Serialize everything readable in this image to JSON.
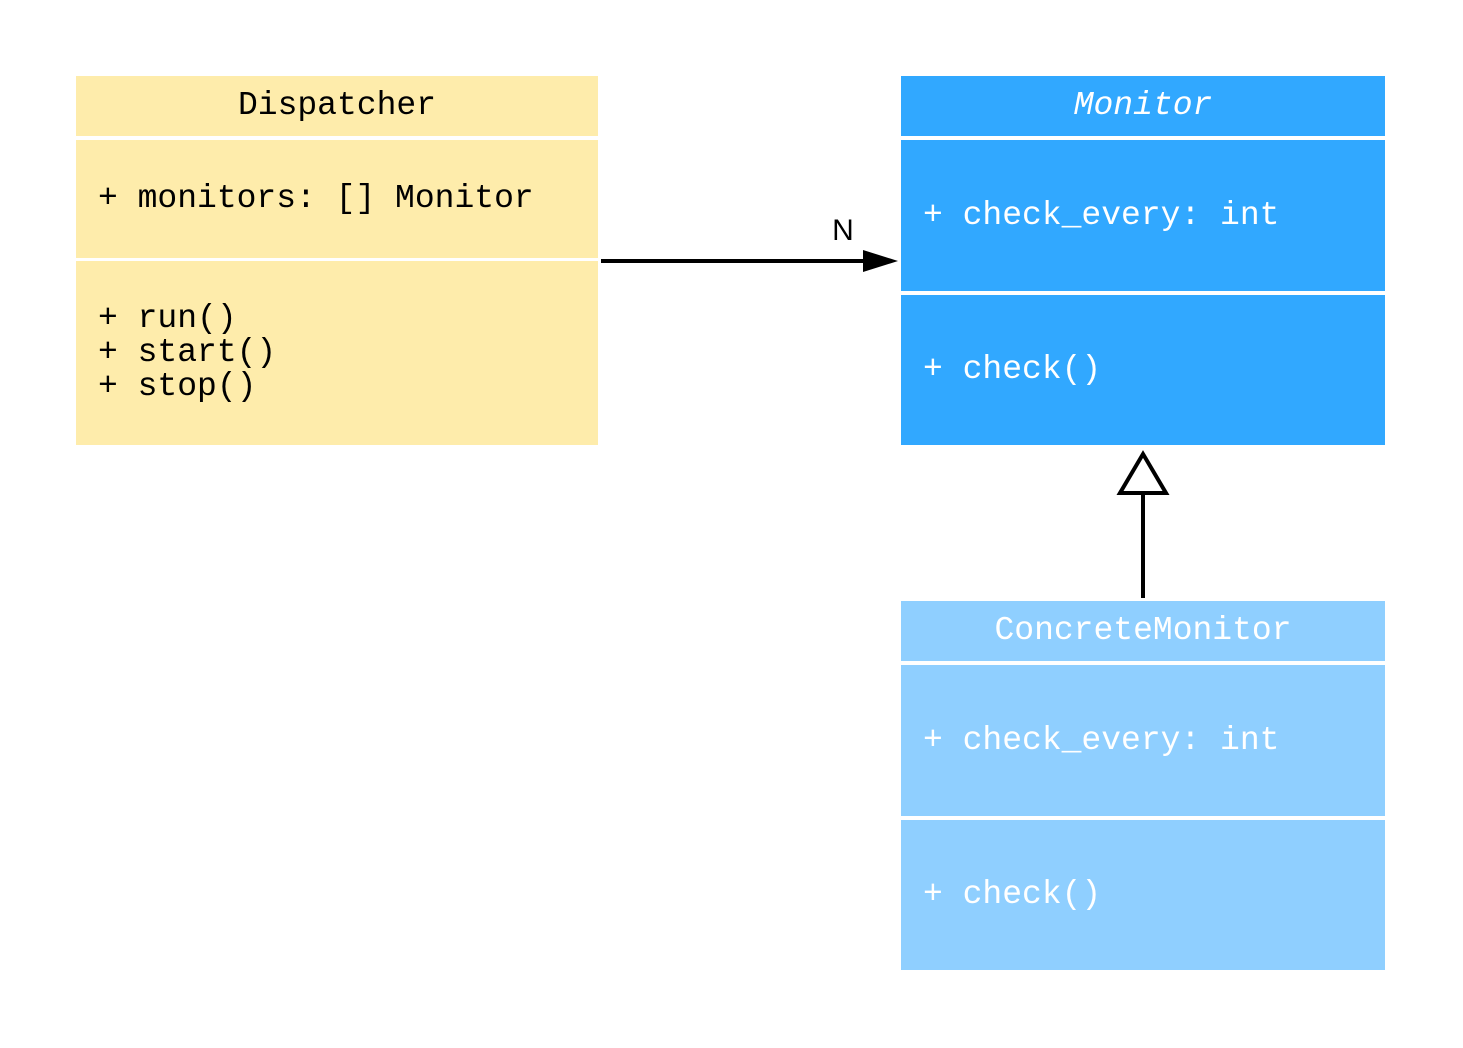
{
  "classes": {
    "dispatcher": {
      "name": "Dispatcher",
      "attributes": [
        "+ monitors: [] Monitor"
      ],
      "methods": [
        "+ run()",
        "+ start()",
        "+ stop()"
      ],
      "color": "#feecab"
    },
    "monitor": {
      "name": "Monitor",
      "abstract": true,
      "attributes": [
        "+ check_every: int"
      ],
      "methods": [
        "+ check()"
      ],
      "color": "#31a8ff"
    },
    "concrete_monitor": {
      "name": "ConcreteMonitor",
      "attributes": [
        "+ check_every: int"
      ],
      "methods": [
        "+ check()"
      ],
      "color": "#8fcfff"
    }
  },
  "relations": [
    {
      "type": "association",
      "from": "Dispatcher",
      "to": "Monitor",
      "label": "N"
    },
    {
      "type": "inheritance",
      "from": "ConcreteMonitor",
      "to": "Monitor"
    }
  ]
}
